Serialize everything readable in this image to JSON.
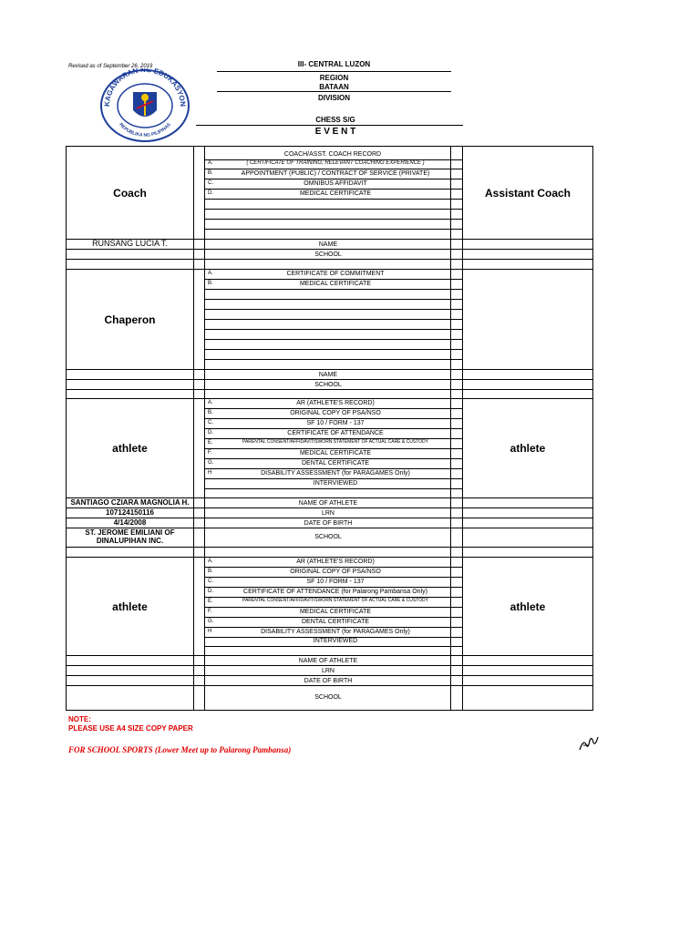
{
  "header": {
    "revised": "Revised as of September 26, 2019",
    "region_value": "III- CENTRAL LUZON",
    "region_label": "REGION",
    "division_value": "BATAAN",
    "division_label": "DIVISION",
    "event_value": "CHESS S/G",
    "event_label": "E V E N T"
  },
  "seal": {
    "top_text": "KAGAWARAN NG EDUKASYON",
    "bottom_text": "REPUBLIKA NG PILIPINAS"
  },
  "coach": {
    "left_label": "Coach",
    "right_label": "Assistant Coach",
    "name_value": "RUNSANG LUCIA T.",
    "items": [
      {
        "letter": "",
        "text": "COACH/ASST. COACH RECORD"
      },
      {
        "letter": "A.",
        "text": "( CERTIFICATE OF TRAINING, RELEVANT COACHING EXPERIENCE )"
      },
      {
        "letter": "B.",
        "text": "APPOINTMENT (PUBLIC) / CONTRACT OF SERVICE (PRIVATE)"
      },
      {
        "letter": "C.",
        "text": "OMNIBUS AFFIDAVIT"
      },
      {
        "letter": "D.",
        "text": "MEDICAL CERTIFICATE"
      }
    ],
    "name_label": "NAME",
    "school_label": "SCHOOL"
  },
  "chaperon": {
    "label": "Chaperon",
    "items": [
      {
        "letter": "A.",
        "text": "CERTIFICATE OF COMMITMENT"
      },
      {
        "letter": "B.",
        "text": "MEDICAL CERTIFICATE"
      }
    ],
    "name_label": "NAME",
    "school_label": "SCHOOL"
  },
  "athlete1": {
    "left_label": "athlete",
    "right_label": "athlete",
    "items": [
      {
        "letter": "A.",
        "text": "AR (ATHLETE'S RECORD)"
      },
      {
        "letter": "B.",
        "text": "ORIGINAL COPY OF PSA/NSO"
      },
      {
        "letter": "C.",
        "text": "SF 10 / FORM - 137"
      },
      {
        "letter": "D.",
        "text": "CERTIFICATE OF ATTENDANCE"
      },
      {
        "letter": "E.",
        "text": "PARENTAL CONSENT/AFFIDAVIT/SWORN STATEMENT OF ACTUAL CARE & CUSTODY"
      },
      {
        "letter": "F.",
        "text": "MEDICAL CERTIFICATE"
      },
      {
        "letter": "G.",
        "text": "DENTAL CERTIFICATE"
      },
      {
        "letter": "H",
        "text": "DISABILITY ASSESSMENT (for PARAGAMES Only)"
      },
      {
        "letter": "",
        "text": "INTERVIEWED"
      }
    ],
    "name_label": "NAME OF ATHLETE",
    "lrn_label": "LRN",
    "dob_label": "DATE OF BIRTH",
    "school_label": "SCHOOL",
    "name_value": "SANTIAGO CZIARA MAGNOLIA H.",
    "lrn_value": "107124150116",
    "dob_value": "4/14/2008",
    "school_value_1": "ST. JEROME EMILIANI OF",
    "school_value_2": "DINALUPIHAN INC."
  },
  "athlete2": {
    "left_label": "athlete",
    "right_label": "athlete",
    "items": [
      {
        "letter": "A.",
        "text": "AR (ATHLETE'S RECORD)"
      },
      {
        "letter": "B.",
        "text": "ORIGINAL COPY OF PSA/NSO"
      },
      {
        "letter": "C.",
        "text": "SF 10 / FORM - 137"
      },
      {
        "letter": "D.",
        "text": "CERTIFICATE OF ATTENDANCE (for Palarong Pambansa Only)"
      },
      {
        "letter": "E.",
        "text": "PARENTAL CONSENT/AFFIDAVIT/SWORN STATEMENT OF ACTUAL CARE & CUSTODY"
      },
      {
        "letter": "F.",
        "text": "MEDICAL CERTIFICATE"
      },
      {
        "letter": "G.",
        "text": "DENTAL CERTIFICATE"
      },
      {
        "letter": "H",
        "text": "DISABILITY ASSESSMENT (for PARAGAMES Only)"
      },
      {
        "letter": "",
        "text": "INTERVIEWED"
      }
    ],
    "name_label": "NAME OF ATHLETE",
    "lrn_label": "LRN",
    "dob_label": "DATE OF BIRTH",
    "school_label": "SCHOOL"
  },
  "footer": {
    "note": "NOTE:",
    "note_line": "PLEASE USE A4 SIZE COPY PAPER",
    "school_sports": "FOR SCHOOL SPORTS (Lower Meet up to Palarong Pambansa)"
  },
  "colors": {
    "note_red": "#e00000"
  }
}
